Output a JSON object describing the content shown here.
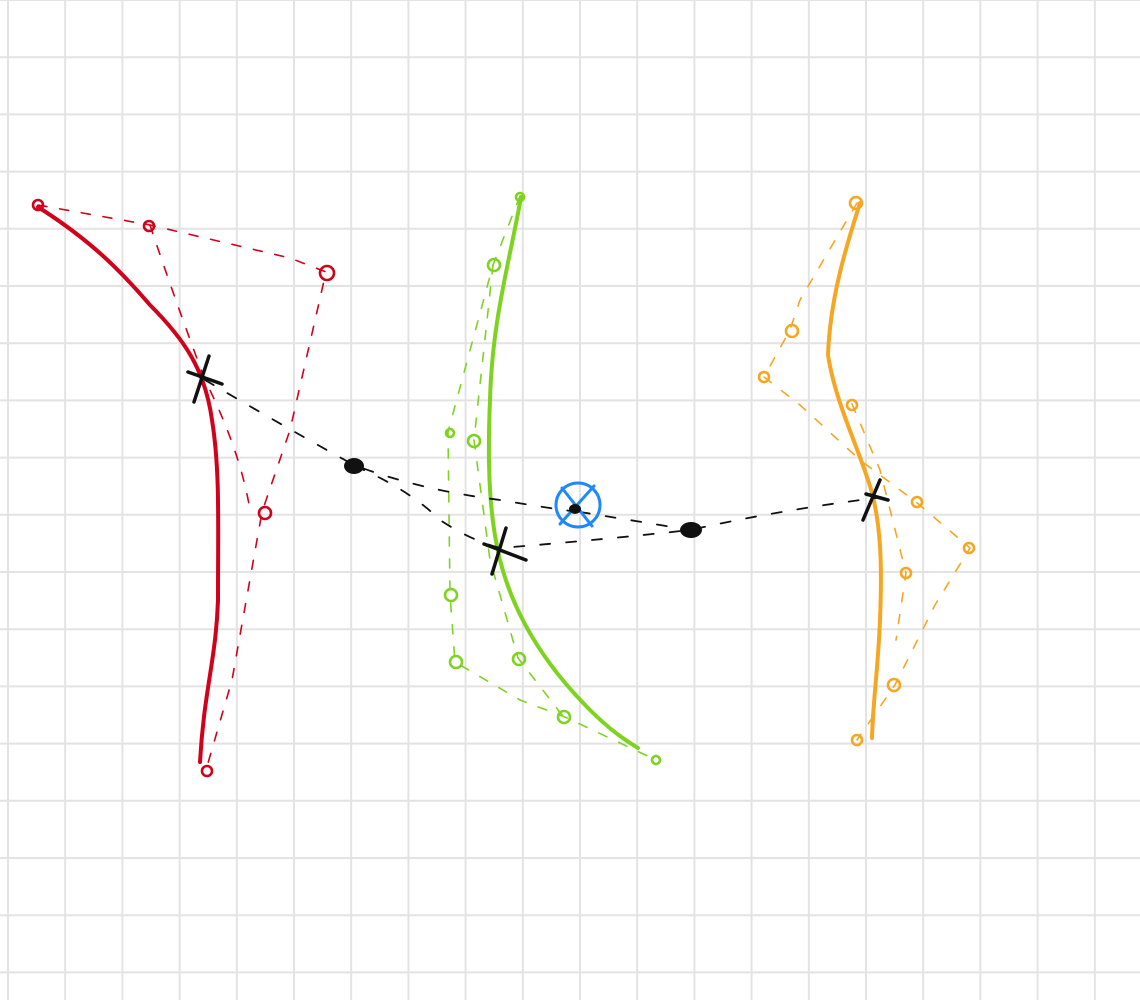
{
  "colors": {
    "background": "#ffffff",
    "grid": "#e3e3e3",
    "red": "#d0021b",
    "green": "#7ed321",
    "orange": "#f5a623",
    "black": "#111111",
    "blue": "#1e88ff"
  },
  "diagram": {
    "curves": [
      "red",
      "green",
      "orange"
    ],
    "markers": [
      "cross",
      "dot",
      "blue-target"
    ]
  }
}
